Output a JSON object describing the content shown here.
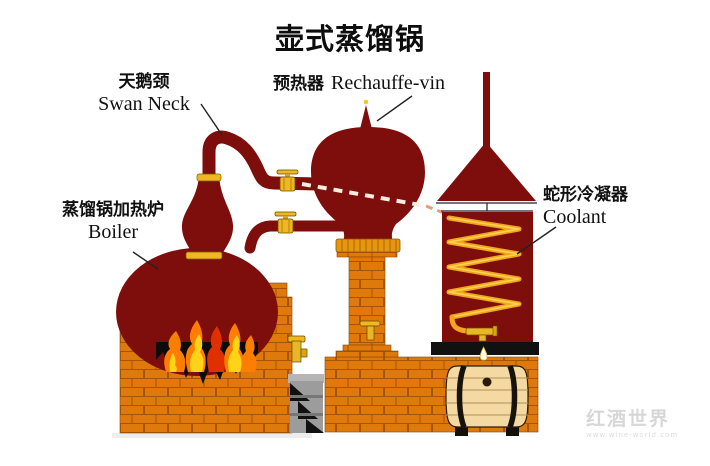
{
  "title": "壶式蒸馏锅",
  "labels": {
    "swan_neck": {
      "zh": "天鹅颈",
      "en": "Swan Neck"
    },
    "rechauffe": {
      "zh": "预热器",
      "en": "Rechauffe-vin"
    },
    "boiler": {
      "zh": "蒸馏锅加热炉",
      "en": "Boiler"
    },
    "coolant": {
      "zh": "蛇形冷凝器",
      "en": "Coolant"
    }
  },
  "watermark": {
    "line1": "红酒世界",
    "line2": "www.wine-world.com"
  },
  "colors": {
    "vessel_red": "#7D0E0C",
    "brick_orange": "#E0790B",
    "brick_mortar": "#A55501",
    "gold": "#EFB721",
    "coil_yellow": "#F2A61E",
    "barrel_tan": "#F4D9A2",
    "flame_orange": "#FF7D00",
    "flame_yellow": "#FFD318"
  }
}
